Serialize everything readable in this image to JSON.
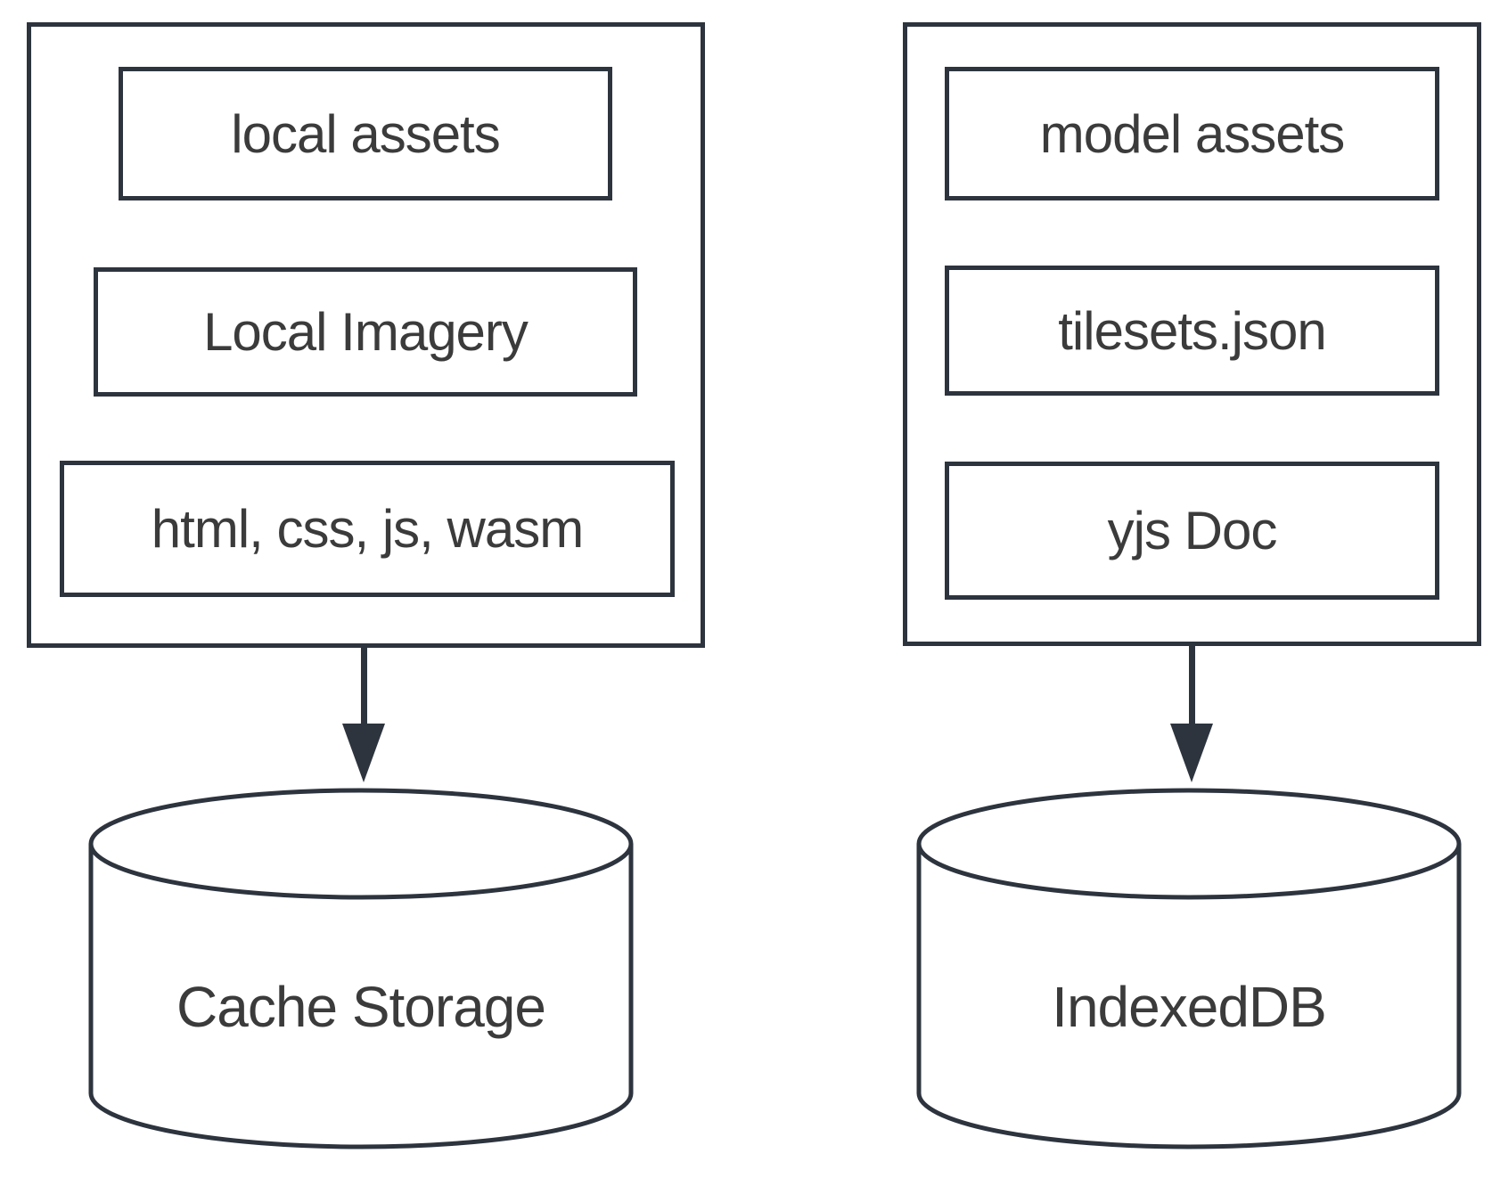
{
  "colors": {
    "stroke": "#2d343e",
    "text": "#3b3b3b",
    "background": "#ffffff"
  },
  "groups": [
    {
      "name": "cache-storage-group",
      "items": [
        "local assets",
        "Local Imagery",
        "html, css, js, wasm"
      ],
      "store": "Cache Storage"
    },
    {
      "name": "indexeddb-group",
      "items": [
        "model assets",
        "tilesets.json",
        "yjs Doc"
      ],
      "store": "IndexedDB"
    }
  ]
}
